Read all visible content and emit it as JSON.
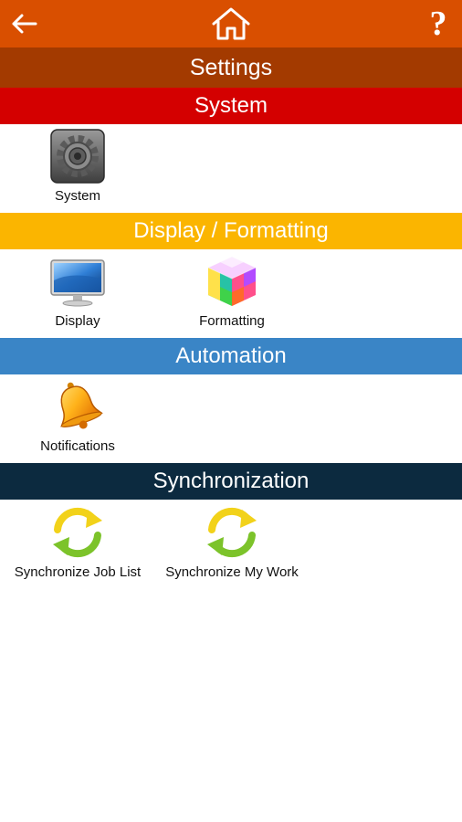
{
  "header": {
    "back_icon": "arrow-left-icon",
    "home_icon": "home-icon",
    "help_label": "?"
  },
  "page_title": "Settings",
  "colors": {
    "topbar": "#d94f00",
    "title_bar": "#a33a00",
    "system": "#d40000",
    "display_formatting": "#fbb500",
    "automation": "#3a85c6",
    "synchronization": "#0c2a3f"
  },
  "sections": [
    {
      "title": "System",
      "items": [
        {
          "label": "System",
          "icon": "gear-icon"
        }
      ]
    },
    {
      "title": "Display / Formatting",
      "items": [
        {
          "label": "Display",
          "icon": "monitor-icon"
        },
        {
          "label": "Formatting",
          "icon": "color-cube-icon"
        }
      ]
    },
    {
      "title": "Automation",
      "items": [
        {
          "label": "Notifications",
          "icon": "bell-icon"
        }
      ]
    },
    {
      "title": "Synchronization",
      "items": [
        {
          "label": "Synchronize Job List",
          "icon": "sync-icon"
        },
        {
          "label": "Synchronize My Work",
          "icon": "sync-icon"
        }
      ]
    }
  ]
}
